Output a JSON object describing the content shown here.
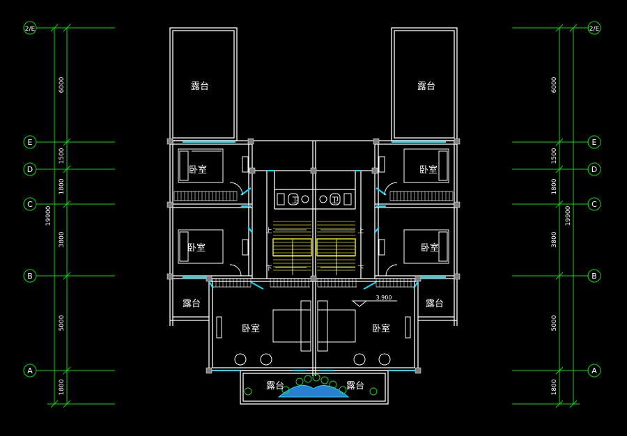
{
  "colors": {
    "background": "#000000",
    "wall": "#ffffff",
    "grid": "#00e000",
    "dim": "#00e000",
    "window": "#00e5ff",
    "stair": "#d8d800",
    "furniture": "#ffffff",
    "water": "#2a7fd4",
    "plant": "#22cc22",
    "bubble_fill": "#ffffff",
    "text": "#ffffff",
    "dim_text": "#ffffff"
  },
  "axis_labels": {
    "top_left": "2/E",
    "top_right": "2/E",
    "E": "E",
    "D": "D",
    "C": "C",
    "B": "B",
    "A": "A"
  },
  "dimensions": {
    "d_6000": "6000",
    "d_1500": "1500",
    "d_1800": "1800",
    "d_3800": "3800",
    "d_5000": "5000",
    "d_1800b": "1800",
    "total": "19900"
  },
  "rooms": {
    "terrace_top_left": "露台",
    "terrace_top_right": "露台",
    "bedroom_upper_left": "卧室",
    "bedroom_upper_right": "卧室",
    "bedroom_mid_left": "卧室",
    "bedroom_mid_right": "卧室",
    "terrace_side_left": "露台",
    "terrace_side_right": "露台",
    "bedroom_big_left": "卧室",
    "bedroom_big_right": "卧室",
    "terrace_bottom_left": "露台",
    "terrace_bottom_right": "露台",
    "bath_left": "卫",
    "bath_right": "卫"
  },
  "stair_marks": {
    "up_left": "上",
    "up_right": "上",
    "down_left": "下",
    "down_right": "下"
  },
  "elevation": "3.900"
}
